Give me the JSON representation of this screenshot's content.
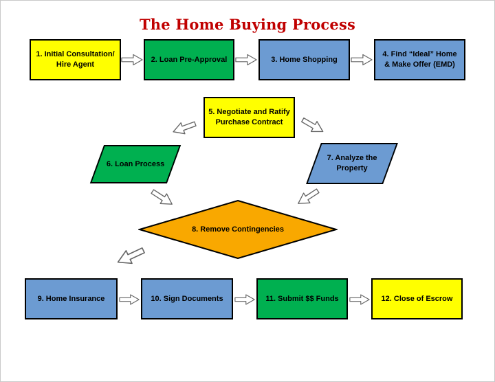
{
  "title": "The Home Buying Process",
  "colors": {
    "title": "#C00000",
    "yellow": "#FFFF00",
    "green": "#00B050",
    "blue": "#6C9BD2",
    "orange": "#F9A800",
    "outline": "#000000"
  },
  "steps": [
    {
      "label": "1. Initial Consultation/ Hire Agent",
      "color": "#FFFF00",
      "shape": "rect"
    },
    {
      "label": "2. Loan Pre-Approval",
      "color": "#00B050",
      "shape": "rect"
    },
    {
      "label": "3. Home Shopping",
      "color": "#6C9BD2",
      "shape": "rect"
    },
    {
      "label": "4. Find “Ideal” Home & Make Offer (EMD)",
      "color": "#6C9BD2",
      "shape": "rect"
    },
    {
      "label": "5. Negotiate and Ratify Purchase Contract",
      "color": "#FFFF00",
      "shape": "rect"
    },
    {
      "label": "6. Loan Process",
      "color": "#00B050",
      "shape": "parallelogram"
    },
    {
      "label": "7. Analyze the Property",
      "color": "#6C9BD2",
      "shape": "parallelogram"
    },
    {
      "label": "8. Remove Contingencies",
      "color": "#F9A800",
      "shape": "diamond"
    },
    {
      "label": "9. Home Insurance",
      "color": "#6C9BD2",
      "shape": "rect"
    },
    {
      "label": "10. Sign Documents",
      "color": "#6C9BD2",
      "shape": "rect"
    },
    {
      "label": "11. Submit $$ Funds",
      "color": "#00B050",
      "shape": "rect"
    },
    {
      "label": "12. Close of Escrow",
      "color": "#FFFF00",
      "shape": "rect"
    }
  ]
}
